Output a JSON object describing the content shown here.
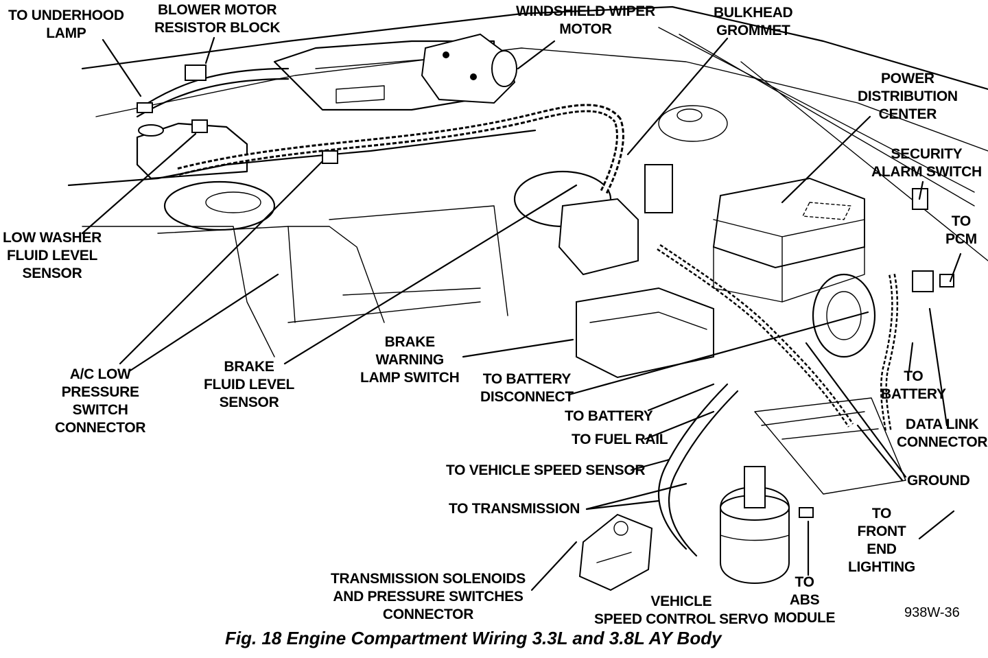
{
  "figure": {
    "caption": "Fig. 18 Engine Compartment Wiring 3.3L and 3.8L AY Body",
    "code": "938W-36"
  },
  "labels": {
    "underhood_lamp": [
      "TO UNDERHOOD",
      "LAMP"
    ],
    "blower_motor": [
      "BLOWER MOTOR",
      "RESISTOR BLOCK"
    ],
    "wiper_motor": [
      "WINDSHIELD WIPER",
      "MOTOR"
    ],
    "bulkhead": [
      "BULKHEAD",
      "GROMMET"
    ],
    "pdc": [
      "POWER",
      "DISTRIBUTION",
      "CENTER"
    ],
    "security": [
      "SECURITY",
      "ALARM SWITCH"
    ],
    "pcm": [
      "TO",
      "PCM"
    ],
    "washer": [
      "LOW WASHER",
      "FLUID LEVEL",
      "SENSOR"
    ],
    "ac_low": [
      "A/C LOW",
      "PRESSURE",
      "SWITCH",
      "CONNECTOR"
    ],
    "brake_fluid": [
      "BRAKE",
      "FLUID LEVEL",
      "SENSOR"
    ],
    "brake_warning": [
      "BRAKE",
      "WARNING",
      "LAMP SWITCH"
    ],
    "battery_disconnect": [
      "TO BATTERY",
      "DISCONNECT"
    ],
    "to_battery_mid": "TO BATTERY",
    "to_battery_right": [
      "TO",
      "BATTERY"
    ],
    "fuel_rail": "TO FUEL RAIL",
    "data_link": [
      "DATA LINK",
      "CONNECTOR"
    ],
    "vss": "TO VEHICLE SPEED SENSOR",
    "ground": "GROUND",
    "transmission": "TO TRANSMISSION",
    "front_end": [
      "TO",
      "FRONT",
      "END",
      "LIGHTING"
    ],
    "trans_solenoids": [
      "TRANSMISSION SOLENOIDS",
      "AND PRESSURE SWITCHES",
      "CONNECTOR"
    ],
    "servo": [
      "VEHICLE",
      "SPEED CONTROL SERVO"
    ],
    "abs": [
      "TO",
      "ABS",
      "MODULE"
    ]
  }
}
